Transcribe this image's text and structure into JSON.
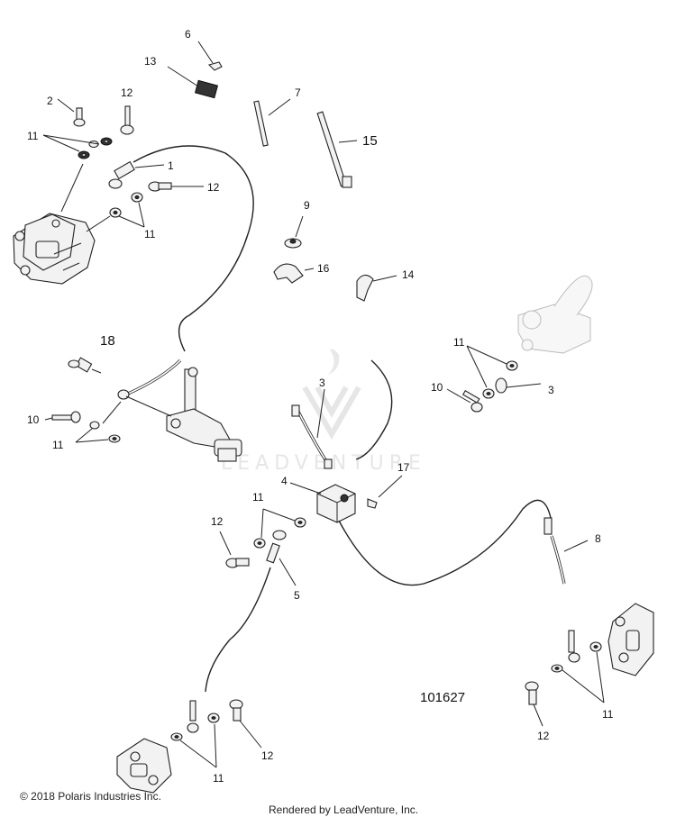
{
  "diagram_id": "101627",
  "copyright": "© 2018 Polaris Industries Inc.",
  "rendered_by": "Rendered by LeadVenture, Inc.",
  "watermark": "LEADVENTURE",
  "callouts": {
    "c1": "1",
    "c2": "2",
    "c3a": "3",
    "c3b": "3",
    "c4": "4",
    "c5": "5",
    "c6": "6",
    "c7": "7",
    "c8": "8",
    "c9": "9",
    "c10a": "10",
    "c10b": "10",
    "c11a": "11",
    "c11b": "11",
    "c11c": "11",
    "c11d": "11",
    "c11e": "11",
    "c11f": "11",
    "c11g": "11",
    "c12a": "12",
    "c12b": "12",
    "c12c": "12",
    "c12d": "12",
    "c12e": "12",
    "c13": "13",
    "c14": "14",
    "c15": "15",
    "c16": "16",
    "c17": "17",
    "c18": "18"
  }
}
